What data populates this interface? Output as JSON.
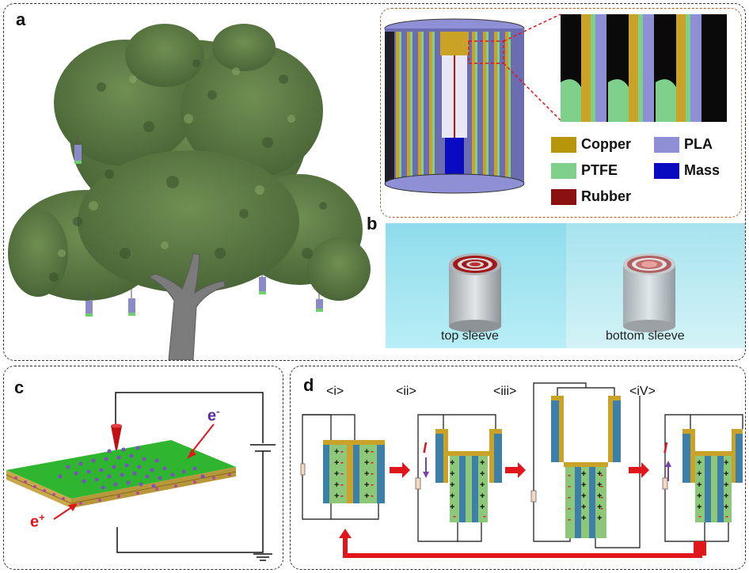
{
  "labels": {
    "a": "a",
    "b": "b",
    "c": "c",
    "d": "d"
  },
  "legend": [
    {
      "name": "Copper",
      "color": "#b8960c"
    },
    {
      "name": "PLA",
      "color": "#8f8fd6"
    },
    {
      "name": "PTFE",
      "color": "#7fd08a"
    },
    {
      "name": "Mass",
      "color": "#0a0ac0"
    },
    {
      "name": "Rubber",
      "color": "#8b1010"
    }
  ],
  "photo": {
    "left_caption": "top sleeve",
    "right_caption": "bottom sleeve"
  },
  "panel_c": {
    "electron": "e",
    "electron_sup": "-",
    "hole": "e",
    "hole_sup": "+"
  },
  "panel_d": {
    "stages": [
      "<i>",
      "<ii>",
      "<iii>",
      "<iV>"
    ],
    "current_label": "I"
  },
  "colors": {
    "tree_green": "#5f7f45",
    "trunk": "#7a7a7a",
    "copper": "#c9a227",
    "ptfe": "#8cc77a",
    "pla": "#3d7fa6",
    "arrow_red": "#e0161b",
    "membrane": "#39b54a"
  }
}
